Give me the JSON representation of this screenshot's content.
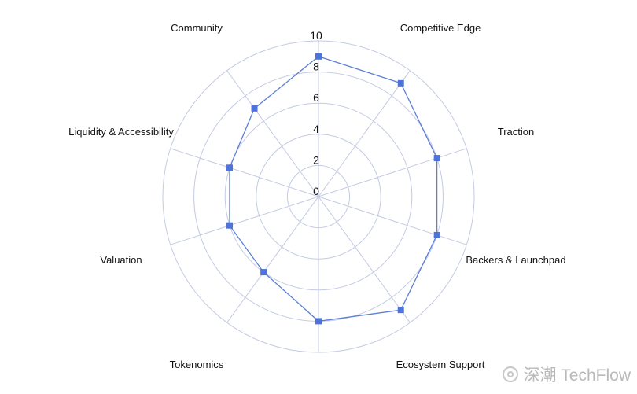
{
  "chart_data": {
    "type": "radar",
    "title": "",
    "categories": [
      "Competitive Edge",
      "Traction",
      "Backers & Launchpad",
      "Ecosystem Support",
      "Tokenomics",
      "Valuation",
      "Liquidity & Accessibility",
      "Community"
    ],
    "values": [
      9,
      8,
      8,
      9,
      6,
      6,
      6,
      7
    ],
    "extra_top_value": 9,
    "rlim": [
      0,
      10
    ],
    "rticks": [
      "0",
      "2",
      "4",
      "6",
      "8",
      "10"
    ],
    "grid": true,
    "legend": "none",
    "colors": {
      "series": "#4f74d9",
      "grid": "#c3cbe3"
    }
  },
  "watermark": {
    "text": "深潮 TechFlow",
    "icon": "techflow-logo-icon"
  }
}
